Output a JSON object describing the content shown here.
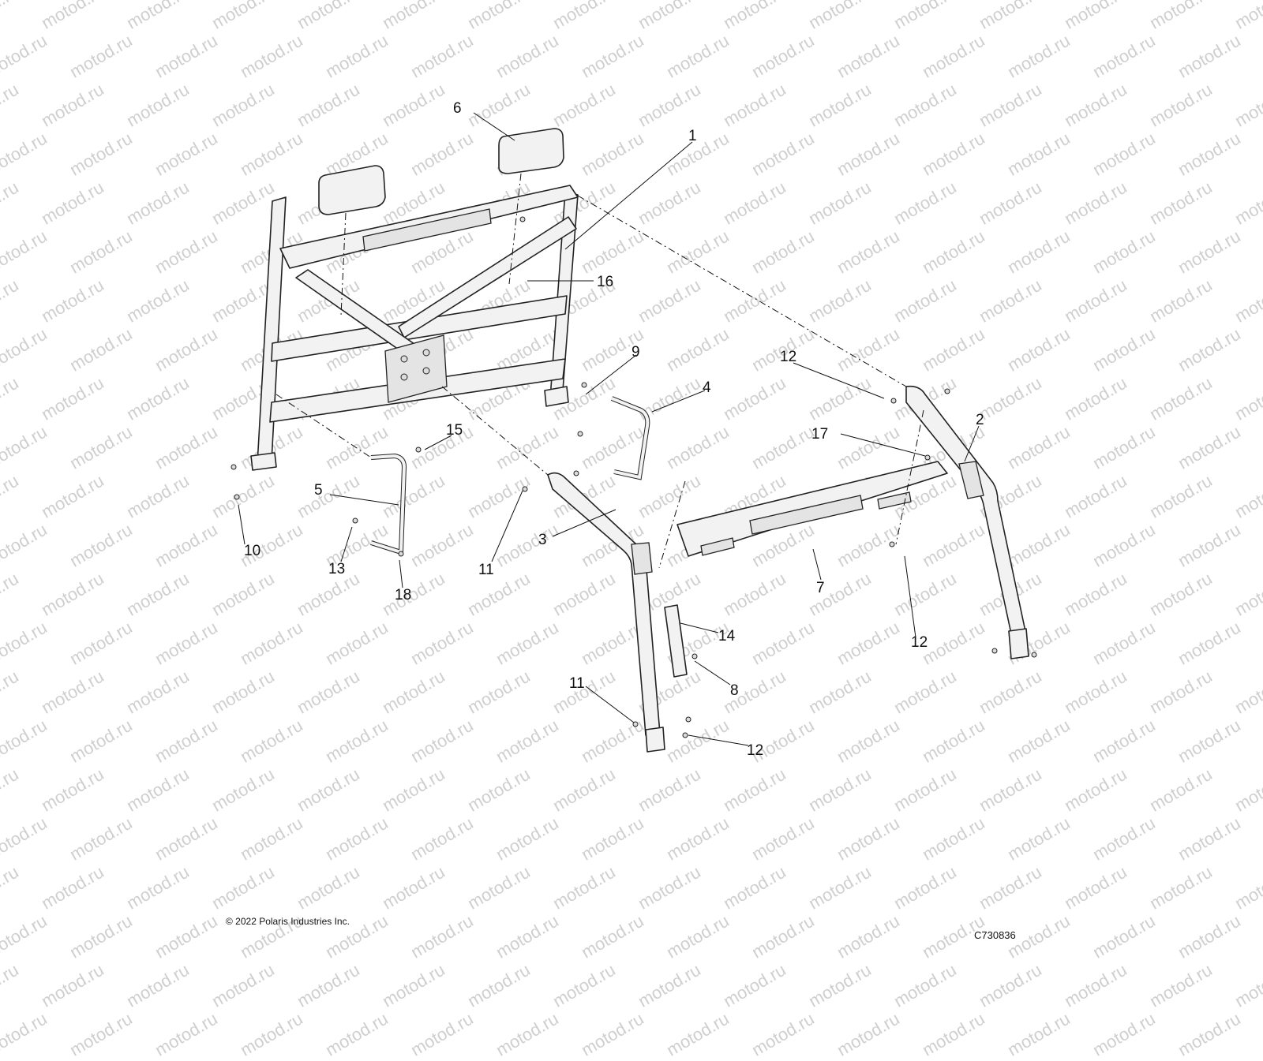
{
  "watermark": "motod.ru",
  "callouts": [
    "1",
    "2",
    "3",
    "4",
    "5",
    "6",
    "7",
    "8",
    "9",
    "10",
    "11",
    "12",
    "13",
    "14",
    "15",
    "16",
    "17",
    "18"
  ],
  "footer": {
    "copyright": "© 2022 Polaris Industries Inc.",
    "drawing_code": "C730836"
  }
}
